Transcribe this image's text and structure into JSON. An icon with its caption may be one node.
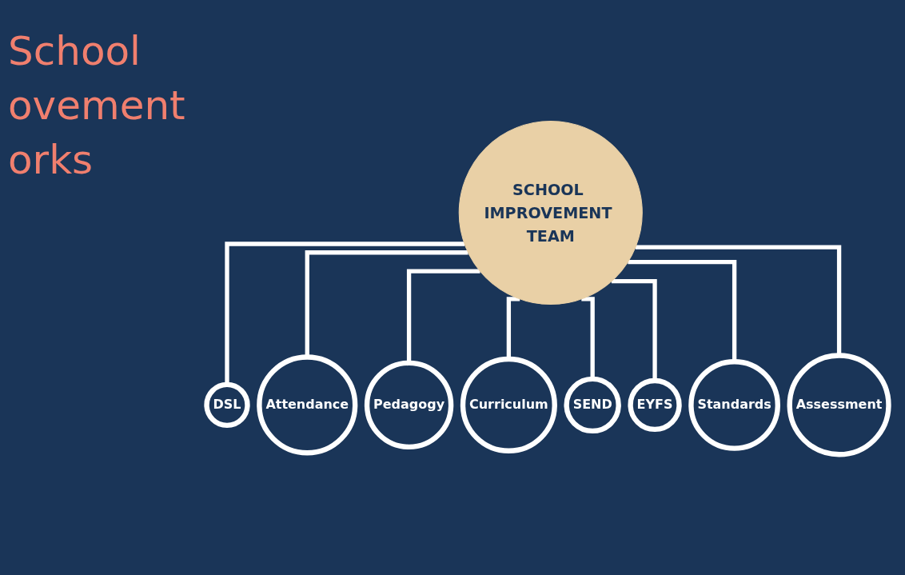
{
  "diagram": {
    "title": "School ovement orks",
    "nodes": [
      {
        "text": [
          "SCHOOL IMPROVEMENT TEAM"
        ]
      },
      {
        "text": [
          "DSL"
        ]
      },
      {
        "text": [
          "Attendance"
        ]
      },
      {
        "text": [
          "Pedagogy"
        ]
      },
      {
        "text": [
          "Curriculum"
        ]
      },
      {
        "text": [
          "SEND"
        ]
      },
      {
        "text": [
          "EYFS"
        ]
      },
      {
        "text": [
          "Standards"
        ]
      },
      {
        "text": [
          "Assessment"
        ]
      }
    ],
    "edges": [
      {
        "from": 0,
        "to": 1,
        "arrow": "none"
      },
      {
        "from": 0,
        "to": 2,
        "arrow": "none"
      },
      {
        "from": 0,
        "to": 3,
        "arrow": "none"
      },
      {
        "from": 0,
        "to": 4,
        "arrow": "none"
      },
      {
        "from": 0,
        "to": 5,
        "arrow": "none"
      },
      {
        "from": 0,
        "to": 6,
        "arrow": "none"
      },
      {
        "from": 0,
        "to": 7,
        "arrow": "none"
      },
      {
        "from": 0,
        "to": 8,
        "arrow": "none"
      }
    ]
  }
}
